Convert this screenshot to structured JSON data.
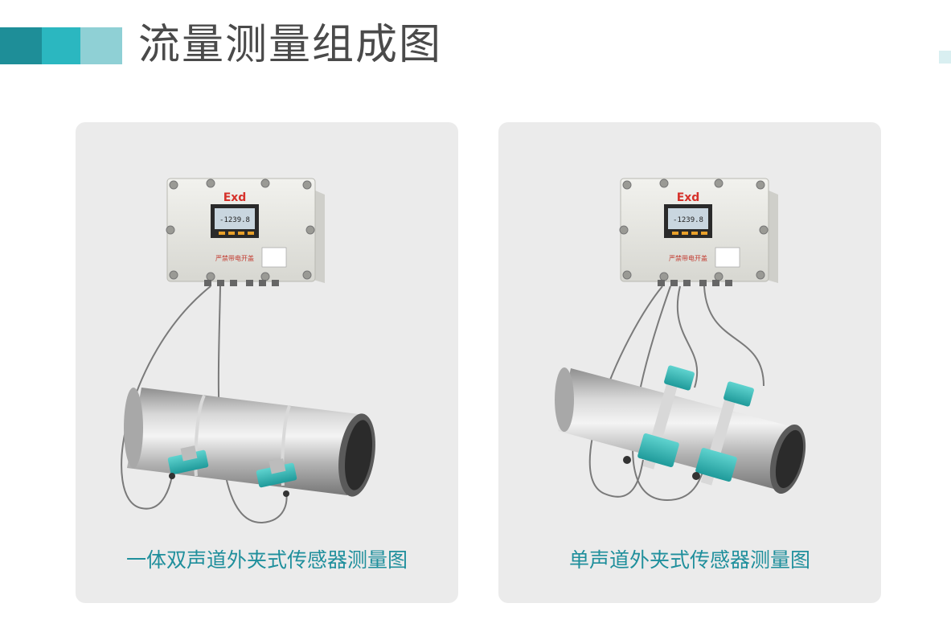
{
  "page": {
    "title": "流量测量组成图",
    "accent_colors": [
      "#1e8e98",
      "#2bb7c0",
      "#8fd0d5"
    ]
  },
  "panels": [
    {
      "caption": "一体双声道外夹式传感器测量图",
      "device": {
        "brand_mark": "Exd",
        "display_value": "-1239.8",
        "warning_label": "严禁带电开盖"
      }
    },
    {
      "caption": "单声道外夹式传感器测量图",
      "device": {
        "brand_mark": "Exd",
        "display_value": "-1239.8",
        "warning_label": "严禁带电开盖"
      }
    }
  ]
}
